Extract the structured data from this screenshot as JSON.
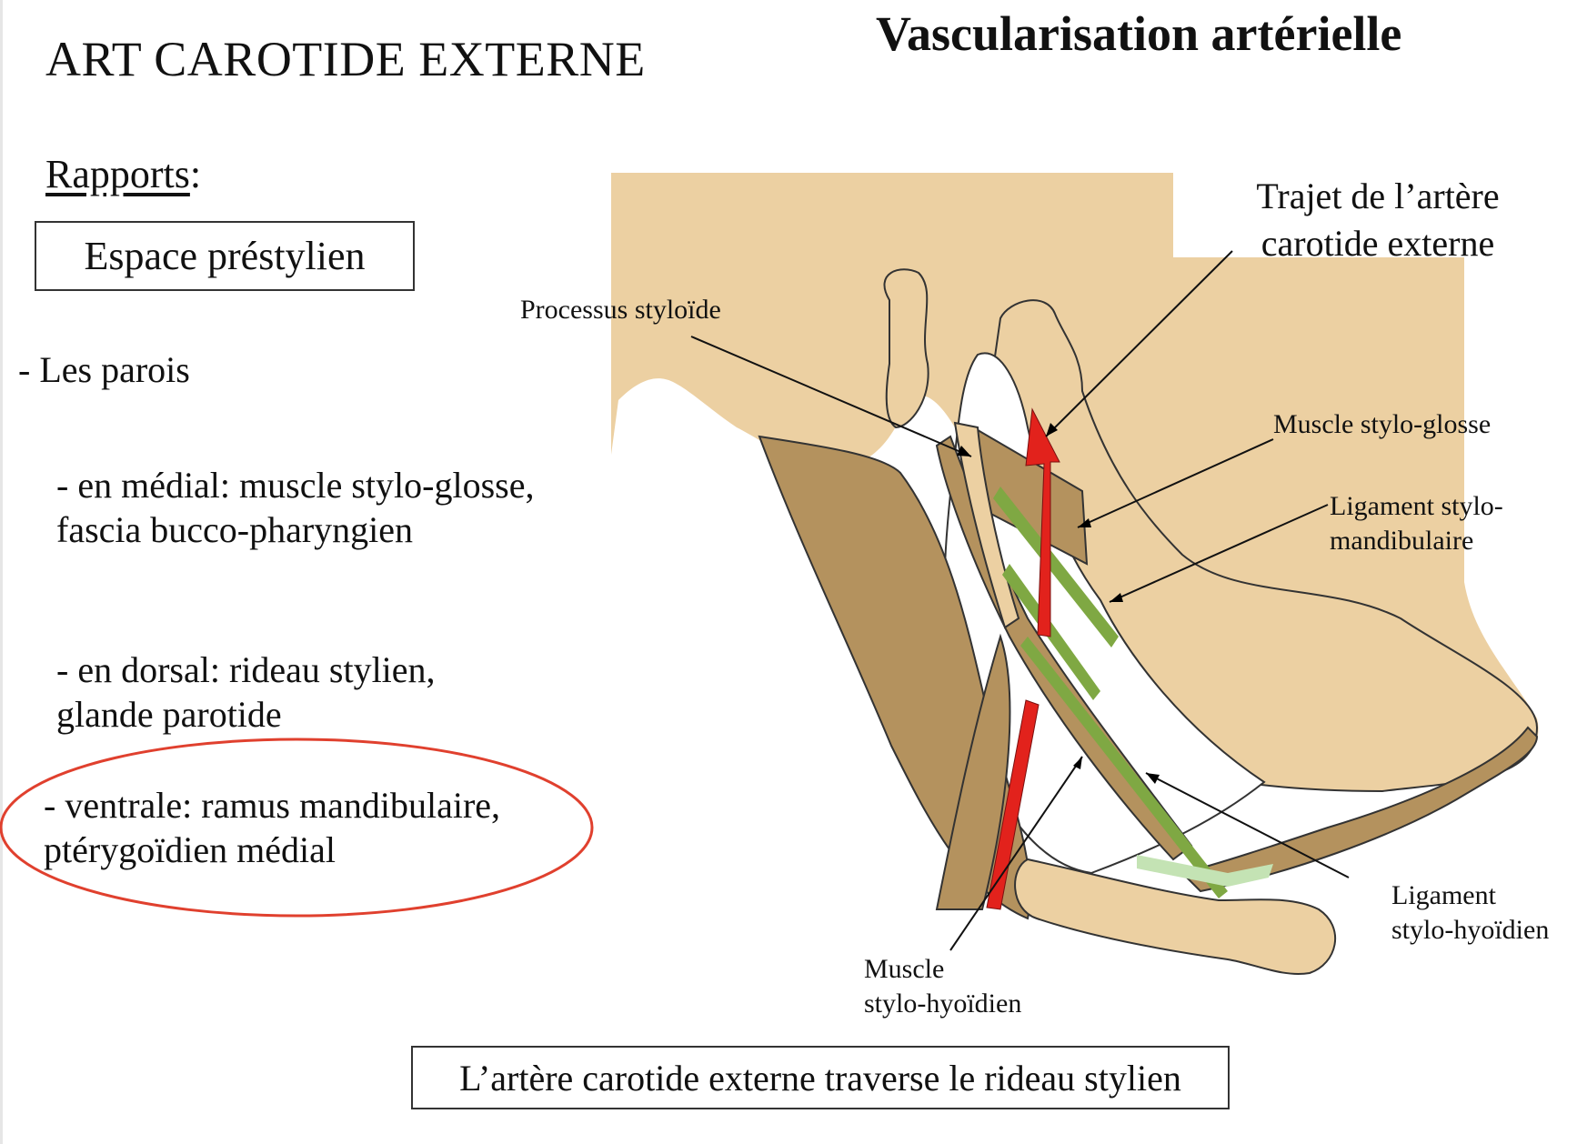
{
  "slide": {
    "title": "ART CAROTIDE EXTERNE",
    "section_title": "Vascularisation artérielle"
  },
  "content": {
    "rapports_label": "Rapports",
    "rapports_colon": ":",
    "espace_label": "Espace préstylien",
    "parois_heading": "- Les parois",
    "walls": [
      {
        "line1": "- en médial: muscle stylo-glosse,",
        "line2": "fascia bucco-pharyngien"
      },
      {
        "line1": "- en dorsal: rideau stylien,",
        "line2": "glande parotide"
      },
      {
        "line1": "- ventrale: ramus mandibulaire,",
        "line2": "ptérygoïdien médial"
      }
    ],
    "highlight_color": "#e0402e"
  },
  "figure": {
    "labels": {
      "processus": "Processus styloïde",
      "trajet_line1": "Trajet de l’artère",
      "trajet_line2": "carotide externe",
      "stylo_glosse": "Muscle stylo-glosse",
      "lig_sm_line1": "Ligament stylo-",
      "lig_sm_line2": "mandibulaire",
      "lig_sh_line1": "Ligament",
      "lig_sh_line2": "stylo-hyoïdien",
      "muscle_sh_line1": "Muscle",
      "muscle_sh_line2": "stylo-hyoïdien"
    },
    "colors": {
      "bone": "#ecd0a2",
      "muscle": "#b4925e",
      "ligament": "#7fa843",
      "ligament_light": "#c4e3b4",
      "artery": "#e2221c"
    }
  },
  "caption": "L’artère carotide externe traverse le rideau stylien"
}
